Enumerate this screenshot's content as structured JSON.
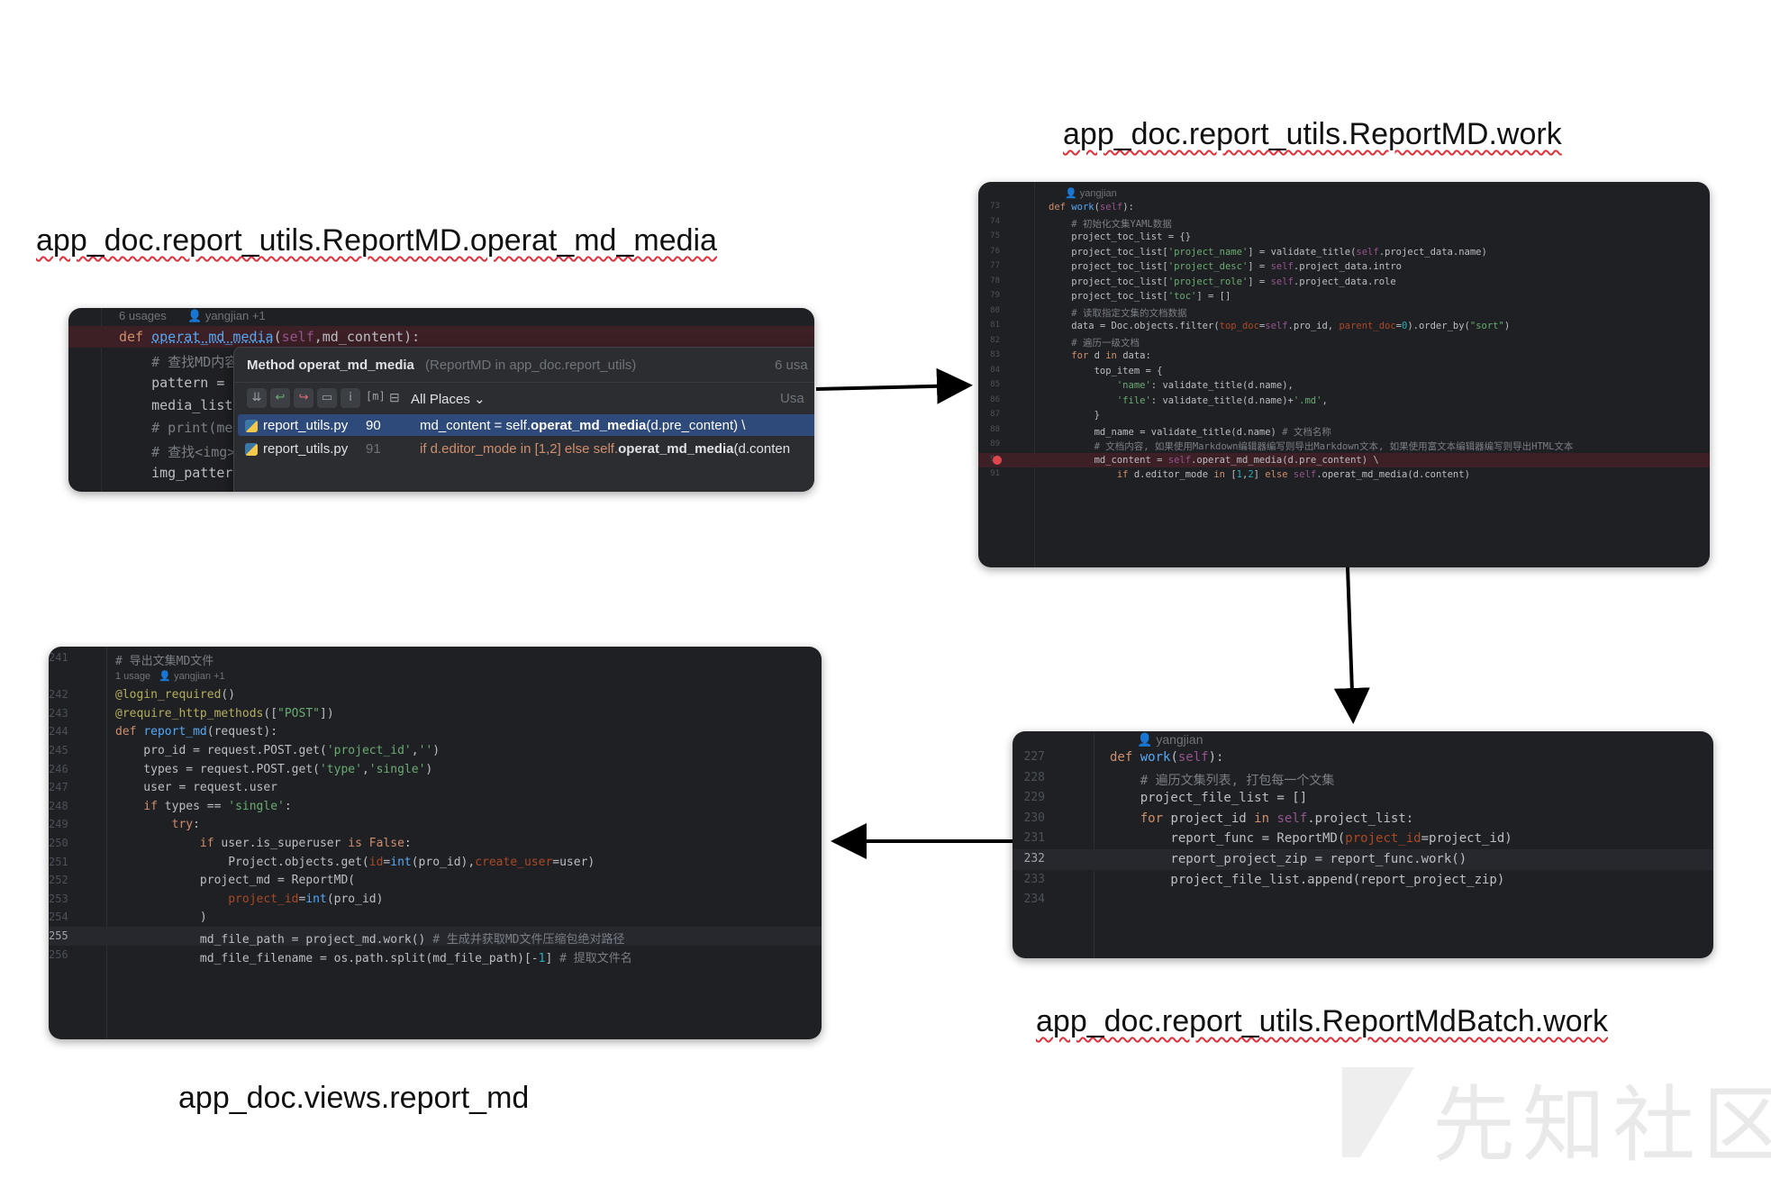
{
  "captions": {
    "operat_md_media": "app_doc.report_utils.ReportMD.operat_md_media",
    "reportmd_work": "app_doc.report_utils.ReportMD.work",
    "batch_work": "app_doc.report_utils.ReportMdBatch.work",
    "views_report_md": "app_doc.views.report_md"
  },
  "panel_media": {
    "usages": "6 usages",
    "author": "yangjian +1",
    "lines": [
      "def operat_md_media(self,md_content):",
      "    # 查找MD内容",
      "    pattern = ",
      "    media_list",
      "    # print(me",
      "    # 查找<img>",
      "    img_patter"
    ],
    "popup": {
      "title": "Method operat_md_media",
      "subtitle": "(ReportMD in app_doc.report_utils)",
      "count": "6 usa",
      "scope": "All Places",
      "usages_label": "Usa",
      "results": [
        {
          "file": "report_utils.py",
          "line": "90",
          "code_pre": "md_content = self.",
          "code_bold": "operat_md_media",
          "code_post": "(d.pre_content) \\"
        },
        {
          "file": "report_utils.py",
          "line": "91",
          "code_pre": "if d.editor_mode in [1,2] else self.",
          "code_bold": "operat_md_media",
          "code_post": "(d.conten"
        }
      ]
    }
  },
  "panel_work": {
    "author": "yangjian",
    "line_numbers": [
      "73",
      "74",
      "75",
      "76",
      "77",
      "78",
      "79",
      "80",
      "81",
      "82",
      "83",
      "84",
      "85",
      "86",
      "87",
      "88",
      "89",
      "90",
      "91"
    ]
  },
  "panel_batch": {
    "author": "yangjian",
    "line_numbers": [
      "227",
      "228",
      "229",
      "230",
      "231",
      "232",
      "233",
      "234"
    ]
  },
  "panel_views": {
    "usage": "1 usage",
    "author": "yangjian +1",
    "line_numbers": [
      "241",
      "242",
      "243",
      "244",
      "245",
      "246",
      "247",
      "248",
      "249",
      "250",
      "251",
      "252",
      "253",
      "254",
      "255",
      "256"
    ]
  },
  "watermark": "先知社区",
  "colors": {
    "editor_bg": "#1f2023",
    "keyword": "#cf8e6d",
    "function": "#56a8f5",
    "string": "#6aab73",
    "comment": "#7a7e85",
    "breakpoint": "#e0474c",
    "selection": "#2e4a7a"
  }
}
